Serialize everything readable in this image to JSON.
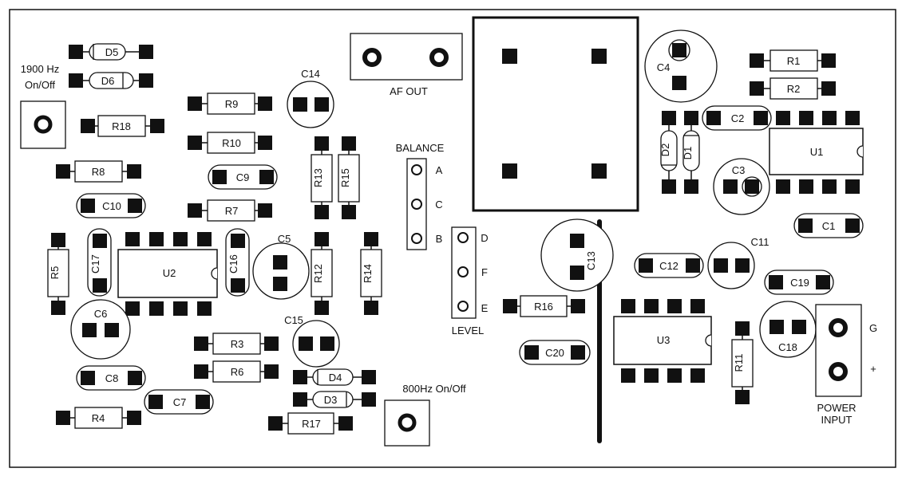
{
  "labels": {
    "tone1900": "1900 Hz",
    "tone1900_sw": "On/Off",
    "tone800": "800Hz On/Off",
    "af_out": "AF OUT",
    "balance": "BALANCE",
    "level": "LEVEL",
    "power1": "POWER",
    "power2": "INPUT",
    "pin_a": "A",
    "pin_c": "C",
    "pin_b": "B",
    "pin_d": "D",
    "pin_f": "F",
    "pin_e": "E",
    "pin_g": "G",
    "pin_plus": "+"
  },
  "components": {
    "d5": "D5",
    "d6": "D6",
    "d4": "D4",
    "d3": "D3",
    "d2": "D2",
    "d1": "D1",
    "r1": "R1",
    "r2": "R2",
    "r3": "R3",
    "r4": "R4",
    "r5": "R5",
    "r6": "R6",
    "r7": "R7",
    "r8": "R8",
    "r9": "R9",
    "r10": "R10",
    "r11": "R11",
    "r12": "R12",
    "r13": "R13",
    "r14": "R14",
    "r15": "R15",
    "r16": "R16",
    "r17": "R17",
    "r18": "R18",
    "c1": "C1",
    "c2": "C2",
    "c3": "C3",
    "c4": "C4",
    "c5": "C5",
    "c6": "C6",
    "c7": "C7",
    "c8": "C8",
    "c9": "C9",
    "c10": "C10",
    "c11": "C11",
    "c12": "C12",
    "c13": "C13",
    "c14": "C14",
    "c15": "C15",
    "c16": "C16",
    "c17": "C17",
    "c18": "C18",
    "c19": "C19",
    "c20": "C20",
    "u1": "U1",
    "u2": "U2",
    "u3": "U3"
  }
}
